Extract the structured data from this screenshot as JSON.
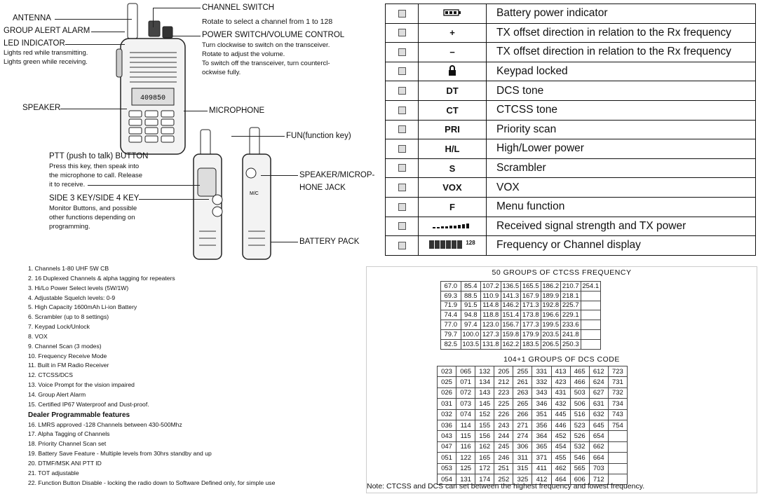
{
  "diagram": {
    "antenna": "ANTENNA",
    "group_alert": "GROUP ALERT ALARM",
    "led_title": "LED INDICATOR",
    "led_lines": [
      "Lights red while transmitting.",
      "Lights green while receiving."
    ],
    "channel_switch_title": "CHANNEL SWITCH",
    "channel_switch_desc": "Rotate to select a channel from 1 to 128",
    "power_title": "POWER SWITCH/VOLUME CONTROL",
    "power_lines": [
      "Turn clockwise to switch on the transceiver.",
      "Rotate to adjust the volume.",
      "To switch off the transceiver, turn countercl-",
      "ockwise fully."
    ],
    "speaker": "SPEAKER",
    "microphone": "MICROPHONE",
    "fun_key": "FUN(function key)",
    "ptt_title": "PTT (push to talk) BUTTON",
    "ptt_lines": [
      "Press this key, then speak into",
      "the microphone to call. Release",
      "it to receive."
    ],
    "side_title": "SIDE 3 KEY/SIDE 4 KEY",
    "side_lines": [
      "Monitor Buttons, and possible",
      "other functions depending on",
      "programming."
    ],
    "jack_lines": [
      "SPEAKER/MICROP-",
      "HONE JACK"
    ],
    "battery_pack": "BATTERY PACK",
    "lcd_text": "409850",
    "jack_label": "M/C"
  },
  "icon_rows": [
    {
      "icon": "battery-icon",
      "symbol": "",
      "desc": "Battery power indicator"
    },
    {
      "icon": "plus-icon",
      "symbol": "+",
      "desc": "TX offset direction in relation to the Rx frequency"
    },
    {
      "icon": "minus-icon",
      "symbol": "−",
      "desc": "TX offset direction in relation to the Rx frequency"
    },
    {
      "icon": "lock-icon",
      "symbol": "",
      "desc": "Keypad locked"
    },
    {
      "icon": "dt-icon",
      "symbol": "DT",
      "desc": "DCS tone"
    },
    {
      "icon": "ct-icon",
      "symbol": "CT",
      "desc": "CTCSS tone"
    },
    {
      "icon": "pri-icon",
      "symbol": "PRI",
      "desc": "Priority scan"
    },
    {
      "icon": "hl-icon",
      "symbol": "H/L",
      "desc": "High/Lower power"
    },
    {
      "icon": "s-icon",
      "symbol": "S",
      "desc": "Scrambler"
    },
    {
      "icon": "vox-icon",
      "symbol": "VOX",
      "desc": "VOX"
    },
    {
      "icon": "f-icon",
      "symbol": "F",
      "desc": "Menu function"
    },
    {
      "icon": "signal-icon",
      "symbol": "",
      "desc": "Received signal strength and TX power"
    },
    {
      "icon": "digits-icon",
      "symbol": "128",
      "desc": "Frequency or Channel display"
    }
  ],
  "features": [
    "1. Channels 1-80 UHF 5W CB",
    "2. 16 Duplexed Channels & alpha tagging for repeaters",
    "3. Hi/Lo Power Select levels (5W/1W)",
    "4. Adjustable Squelch levels: 0-9",
    "5. High Capacity 1600mAh Li-ion Battery",
    "6. Scrambler (up to 8 settings)",
    "7. Keypad Lock/Unlock",
    "8. VOX",
    "9. Channel Scan (3 modes)",
    "10. Frequency Receive Mode",
    "11. Built in FM Radio Receiver",
    "12. CTCSS/DCS",
    "13. Voice Prompt for the vision impaired",
    "14. Group Alert Alarm",
    "15. Certified IP67 Waterproof and Dust-proof."
  ],
  "dealer_heading": "Dealer Programmable features",
  "dealer_features": [
    "16. LMRS approved -128 Channels between 430-500Mhz",
    "17. Alpha Tagging of Channels",
    "18. Priority Channel Scan set",
    "19. Battery Save Feature - Multiple levels from 30hrs standby and up",
    "20. DTMF/MSK ANI PTT ID",
    "21. TOT adjustable",
    "22. Function Button Disable - locking the radio down to Software Defined only, for simple use"
  ],
  "ctcss_title": "50 GROUPS OF CTCSS FREQUENCY",
  "ctcss_rows": [
    [
      "67.0",
      "85.4",
      "107.2",
      "136.5",
      "165.5",
      "186.2",
      "210.7",
      "254.1"
    ],
    [
      "69.3",
      "88.5",
      "110.9",
      "141.3",
      "167.9",
      "189.9",
      "218.1",
      ""
    ],
    [
      "71.9",
      "91.5",
      "114.8",
      "146.2",
      "171.3",
      "192.8",
      "225.7",
      ""
    ],
    [
      "74.4",
      "94.8",
      "118.8",
      "151.4",
      "173.8",
      "196.6",
      "229.1",
      ""
    ],
    [
      "77.0",
      "97.4",
      "123.0",
      "156.7",
      "177.3",
      "199.5",
      "233.6",
      ""
    ],
    [
      "79.7",
      "100.0",
      "127.3",
      "159.8",
      "179.9",
      "203.5",
      "241.8",
      ""
    ],
    [
      "82.5",
      "103.5",
      "131.8",
      "162.2",
      "183.5",
      "206.5",
      "250.3",
      ""
    ]
  ],
  "dcs_title": "104+1 GROUPS OF DCS CODE",
  "dcs_rows": [
    [
      "023",
      "065",
      "132",
      "205",
      "255",
      "331",
      "413",
      "465",
      "612",
      "723"
    ],
    [
      "025",
      "071",
      "134",
      "212",
      "261",
      "332",
      "423",
      "466",
      "624",
      "731"
    ],
    [
      "026",
      "072",
      "143",
      "223",
      "263",
      "343",
      "431",
      "503",
      "627",
      "732"
    ],
    [
      "031",
      "073",
      "145",
      "225",
      "265",
      "346",
      "432",
      "506",
      "631",
      "734"
    ],
    [
      "032",
      "074",
      "152",
      "226",
      "266",
      "351",
      "445",
      "516",
      "632",
      "743"
    ],
    [
      "036",
      "114",
      "155",
      "243",
      "271",
      "356",
      "446",
      "523",
      "645",
      "754"
    ],
    [
      "043",
      "115",
      "156",
      "244",
      "274",
      "364",
      "452",
      "526",
      "654",
      ""
    ],
    [
      "047",
      "116",
      "162",
      "245",
      "306",
      "365",
      "454",
      "532",
      "662",
      ""
    ],
    [
      "051",
      "122",
      "165",
      "246",
      "311",
      "371",
      "455",
      "546",
      "664",
      ""
    ],
    [
      "053",
      "125",
      "172",
      "251",
      "315",
      "411",
      "462",
      "565",
      "703",
      ""
    ],
    [
      "054",
      "131",
      "174",
      "252",
      "325",
      "412",
      "464",
      "606",
      "712",
      ""
    ]
  ],
  "note": "Note: CTCSS and DCS can set between the highest frequency and lowest frequency."
}
